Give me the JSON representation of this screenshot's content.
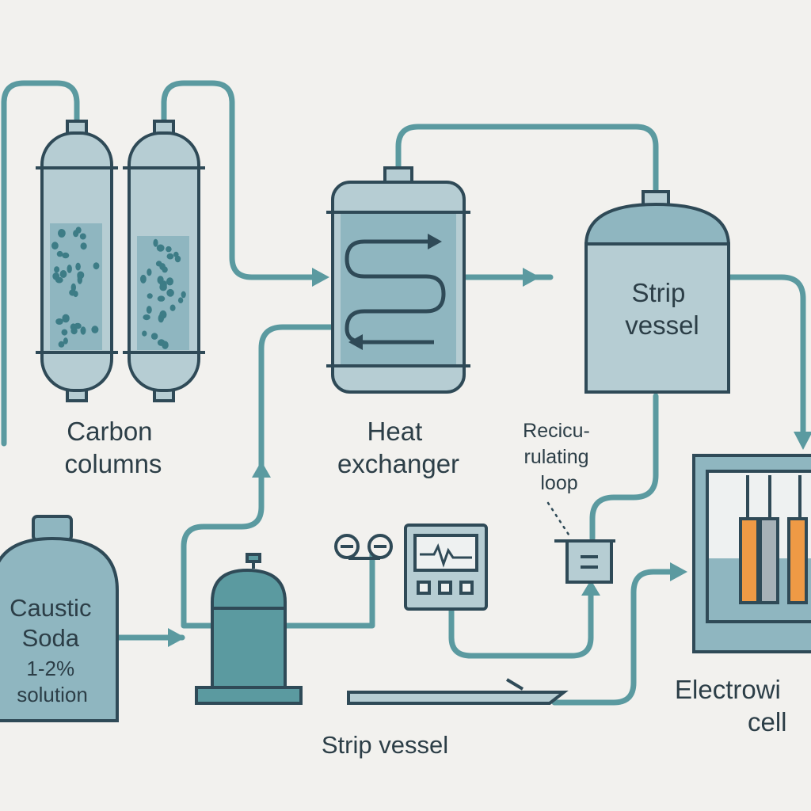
{
  "labels": {
    "carbon_columns": [
      "Carbon",
      "columns"
    ],
    "heat_exchanger": [
      "Heat",
      "exchanger"
    ],
    "strip_vessel_top": [
      "Strip",
      "vessel"
    ],
    "recirculating_loop": [
      "Recicu-",
      "rulating",
      "loop"
    ],
    "caustic_soda": [
      "Caustic",
      "Soda",
      "1-2%",
      "solution"
    ],
    "strip_vessel_bottom": "Strip vessel",
    "electrowinning_cell": [
      "Electrowi",
      "cell"
    ]
  },
  "colors": {
    "background": "#f2f1ee",
    "pipe": "#5b9aa0",
    "outline": "#2f4a57",
    "vessel_fill": "#8fb6c0",
    "vessel_light": "#b6cdd3",
    "media_dots": "#3d7c86",
    "electrode_orange": "#ef9a45",
    "electrode_gray": "#a6b1b7"
  }
}
